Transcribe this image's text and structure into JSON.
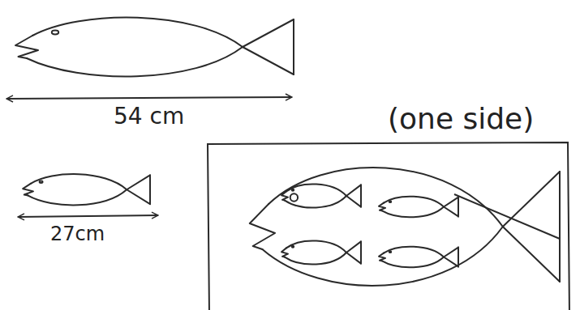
{
  "diagram": {
    "labels": [
      "54 cm",
      "27cm",
      "(one side)"
    ]
  }
}
